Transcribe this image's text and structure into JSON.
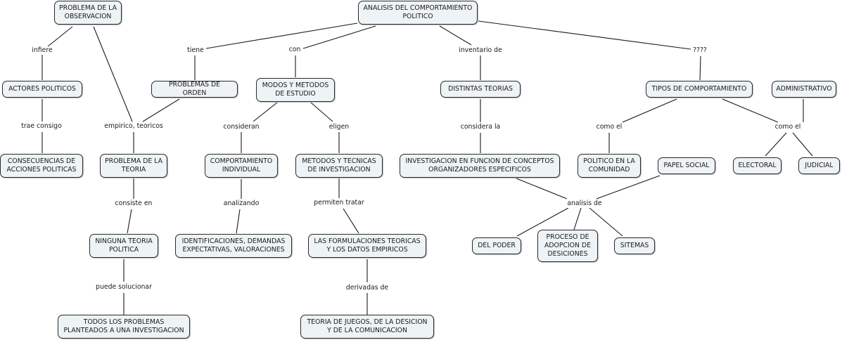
{
  "concept_map": {
    "nodes": {
      "root": "ANALISIS DEL COMPORTAMIENTO POLITICO",
      "prob_obs": "PROBLEMA DE LA OBSERVACION",
      "actores": "ACTORES POLITICOS",
      "consecuencias": "CONSECUENCIAS DE ACCIONES POLITICAS",
      "prob_orden": "PROBLEMAS DE ORDEN",
      "prob_teoria": "PROBLEMA DE LA TEORIA",
      "ninguna": "NINGUNA TEORIA POLITICA",
      "todos": "TODOS LOS PROBLEMAS PLANTEADOS A UNA INVESTIGACION",
      "modos": "MODOS Y METODOS DE ESTUDIO",
      "comp_ind": "COMPORTAMIENTO INDIVIDUAL",
      "identif": "IDENTIFICACIONES, DEMANDAS EXPECTATIVAS, VALORACIONES",
      "metodos": "METODOS Y TECNICAS DE INVESTIGACION",
      "formulaciones": "LAS FORMULACIONES TEORICAS Y LOS DATOS EMPIRICOS",
      "teoria_juegos": "TEORIA DE JUEGOS, DE LA DESICION Y DE LA COMUNICACION",
      "distintas": "DISTINTAS TEORIAS",
      "investigacion": "INVESTIGACION EN FUNCION DE CONCEPTOS ORGANIZADORES ESPECIFICOS",
      "papel": "PAPEL SOCIAL",
      "del_poder": "DEL PODER",
      "proceso": "PROCESO DE ADOPCION DE DESICIONES",
      "sitemas": "SITEMAS",
      "tipos": "TIPOS DE COMPORTAMIENTO",
      "administrativo": "ADMINISTRATIVO",
      "politico_com": "POLITICO EN LA COMUNIDAD",
      "electoral": "ELECTORAL",
      "judicial": "JUDICIAL"
    },
    "links": {
      "infiere": "infiere",
      "trae": "trae consigo",
      "empirico": "empirico, teoricos",
      "tiene": "tiene",
      "con": "con",
      "inventario": "inventario de",
      "q": "????",
      "consiste": "consiste en",
      "puede": "puede solucionar",
      "consideran": "consideran",
      "analizando": "analizando",
      "eligen": "eligen",
      "permiten": "permiten tratar",
      "derivadas": "derivadas de",
      "considera": "considera la",
      "analisis_de": "analisis de",
      "como_el_1": "como el",
      "como_el_2": "como el"
    }
  }
}
